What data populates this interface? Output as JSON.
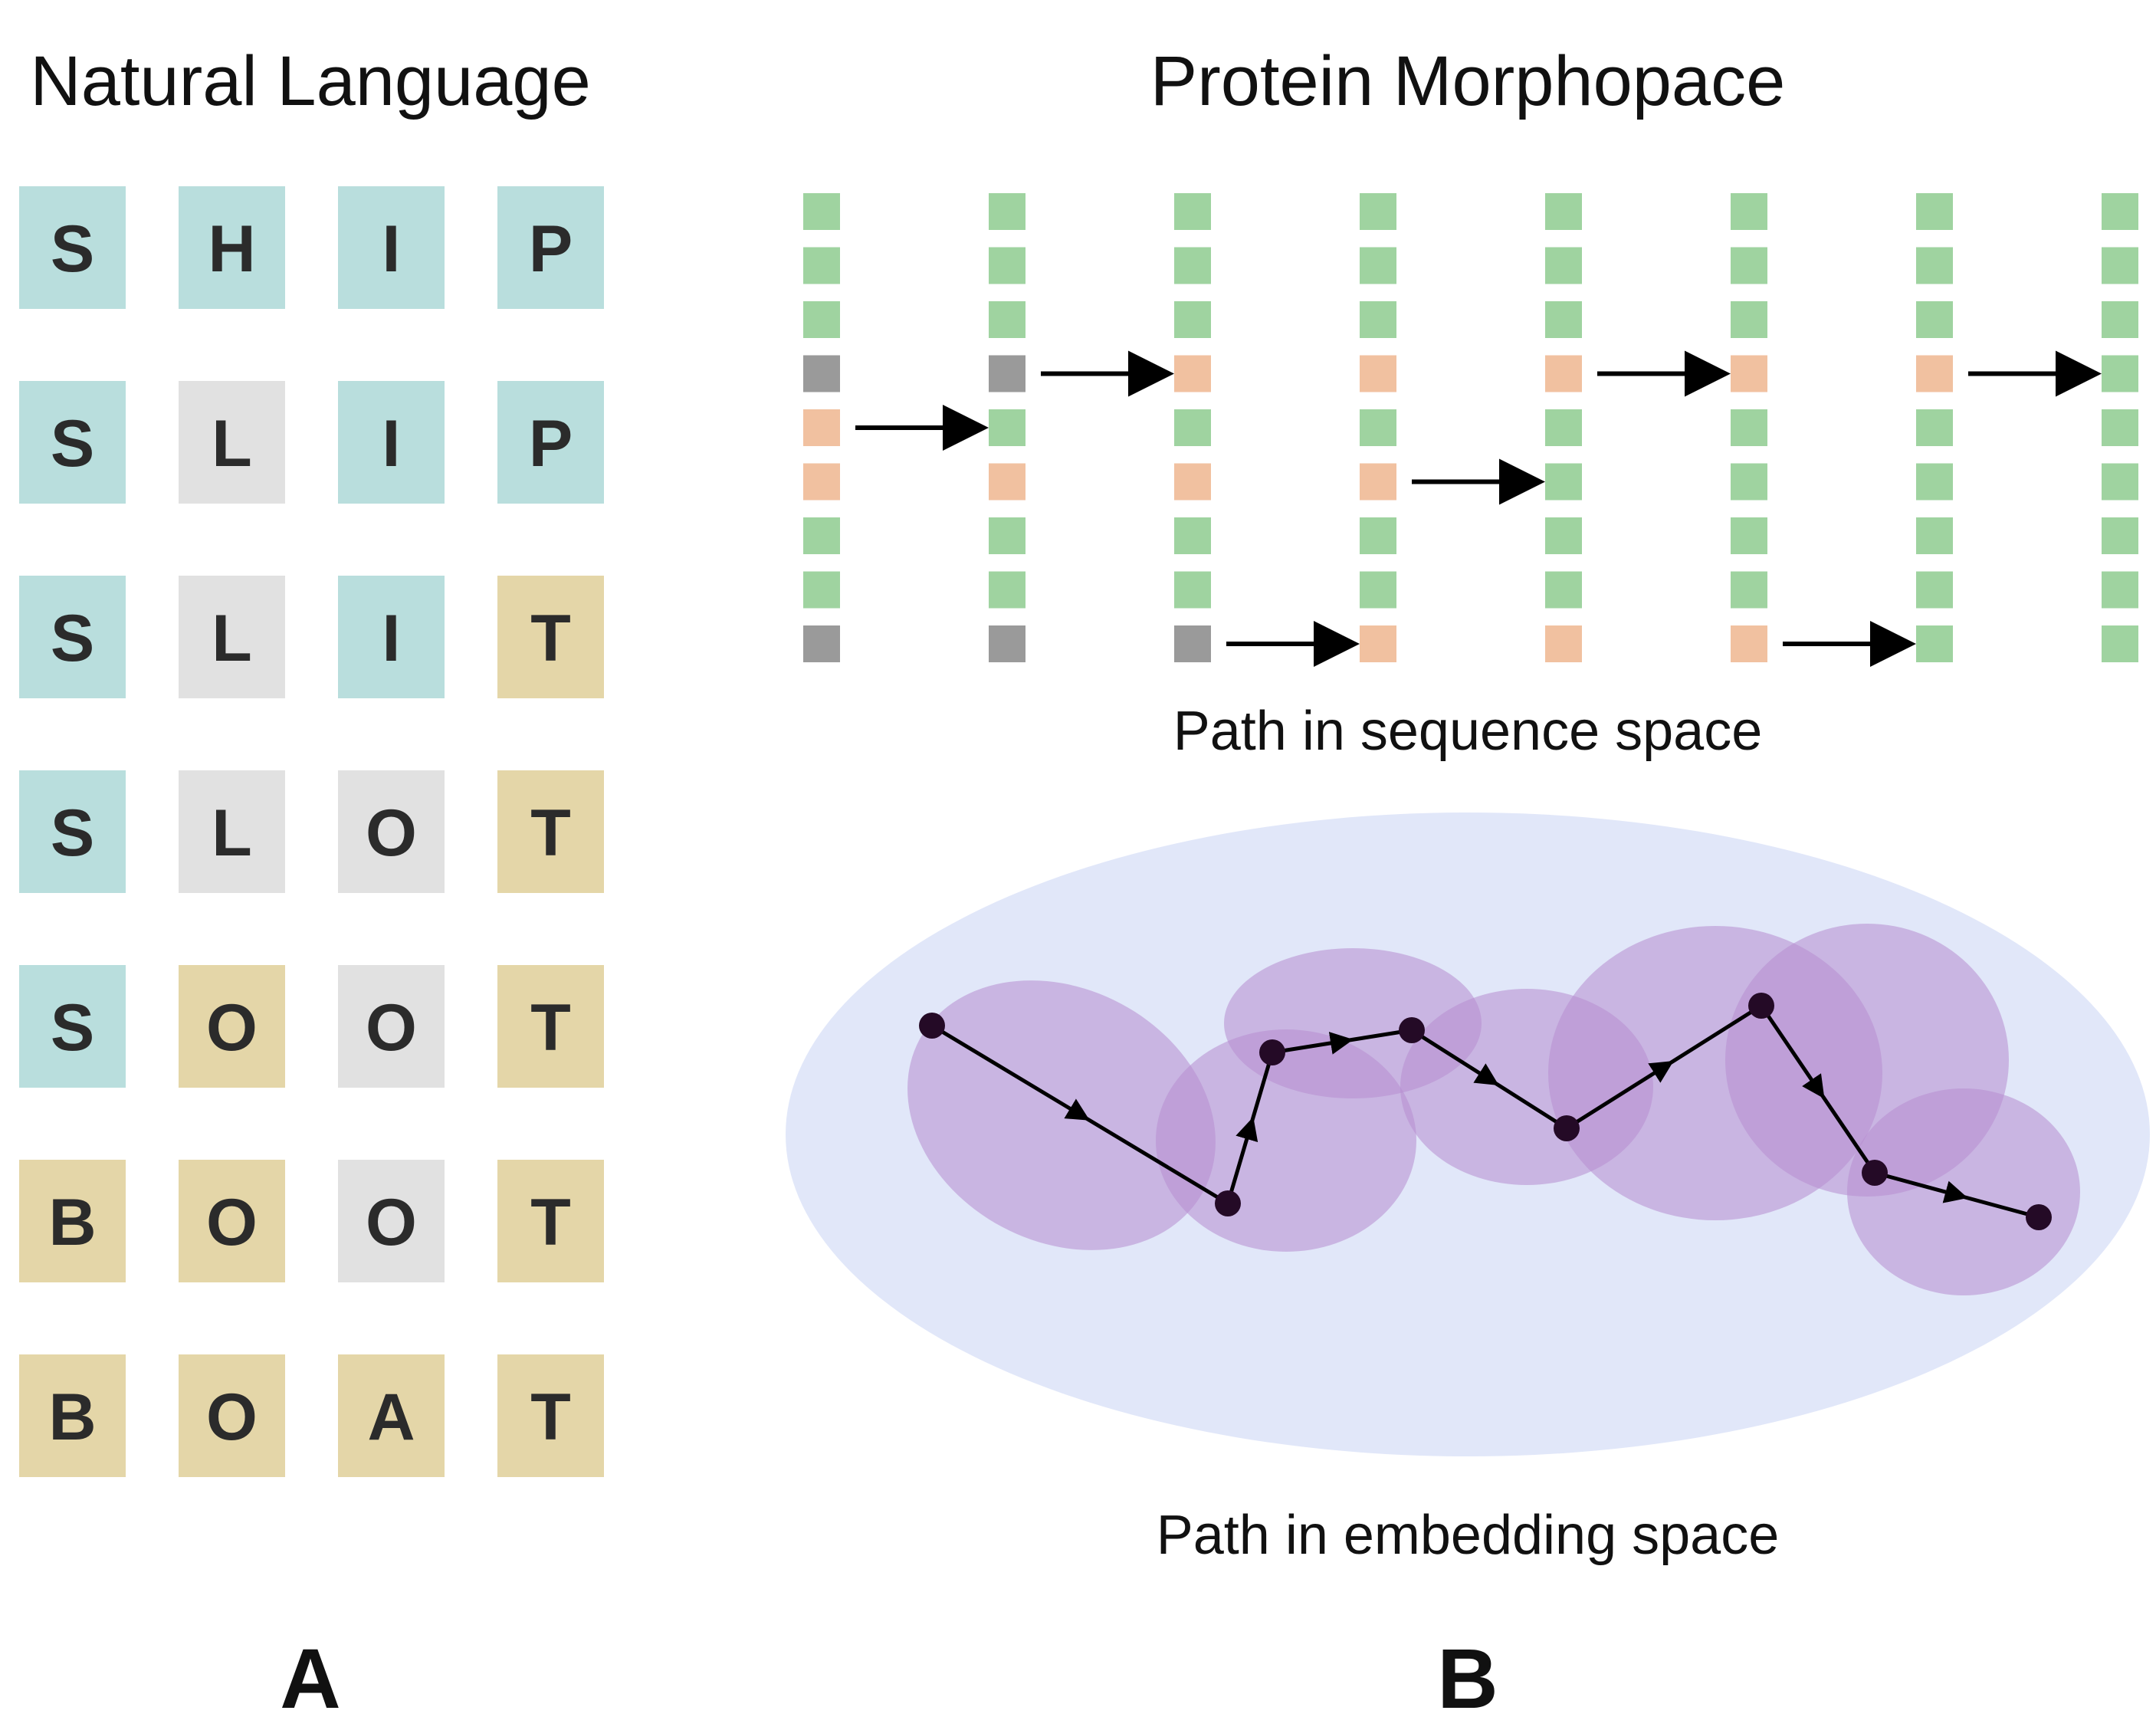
{
  "panel_a": {
    "title": "Natural Language",
    "label": "A",
    "words": [
      [
        "S",
        "H",
        "I",
        "P"
      ],
      [
        "S",
        "L",
        "I",
        "P"
      ],
      [
        "S",
        "L",
        "I",
        "T"
      ],
      [
        "S",
        "L",
        "O",
        "T"
      ],
      [
        "S",
        "O",
        "O",
        "T"
      ],
      [
        "B",
        "O",
        "O",
        "T"
      ],
      [
        "B",
        "O",
        "A",
        "T"
      ]
    ],
    "cell_colors": [
      [
        "teal",
        "teal",
        "teal",
        "teal"
      ],
      [
        "teal",
        "gray",
        "teal",
        "teal"
      ],
      [
        "teal",
        "gray",
        "teal",
        "tan"
      ],
      [
        "teal",
        "gray",
        "gray",
        "tan"
      ],
      [
        "teal",
        "tan",
        "gray",
        "tan"
      ],
      [
        "tan",
        "tan",
        "gray",
        "tan"
      ],
      [
        "tan",
        "tan",
        "tan",
        "tan"
      ]
    ]
  },
  "panel_b": {
    "title": "Protein Morphopace",
    "label": "B",
    "sequence_caption": "Path in sequence space",
    "embedding_caption": "Path in embedding space",
    "sequences": [
      [
        "green",
        "green",
        "green",
        "gray",
        "orange",
        "orange",
        "green",
        "green",
        "gray"
      ],
      [
        "green",
        "green",
        "green",
        "gray",
        "green",
        "orange",
        "green",
        "green",
        "gray"
      ],
      [
        "green",
        "green",
        "green",
        "orange",
        "green",
        "orange",
        "green",
        "green",
        "gray"
      ],
      [
        "green",
        "green",
        "green",
        "orange",
        "green",
        "orange",
        "green",
        "green",
        "orange"
      ],
      [
        "green",
        "green",
        "green",
        "orange",
        "green",
        "green",
        "green",
        "green",
        "orange"
      ],
      [
        "green",
        "green",
        "green",
        "orange",
        "green",
        "green",
        "green",
        "green",
        "orange"
      ],
      [
        "green",
        "green",
        "green",
        "orange",
        "green",
        "green",
        "green",
        "green",
        "green"
      ],
      [
        "green",
        "green",
        "green",
        "green",
        "green",
        "green",
        "green",
        "green",
        "green"
      ]
    ],
    "mutation_arrows": [
      {
        "from_column": 0,
        "position": 4
      },
      {
        "from_column": 1,
        "position": 3
      },
      {
        "from_column": 2,
        "position": 8
      },
      {
        "from_column": 3,
        "position": 5
      },
      {
        "from_column": 4,
        "position": 3
      },
      {
        "from_column": 5,
        "position": 8
      },
      {
        "from_column": 6,
        "position": 3
      }
    ]
  },
  "colors": {
    "teal": "#b9dedd",
    "gray": "#e1e1e1",
    "tan": "#e4d6a8",
    "green": "#9fd3a0",
    "orange": "#f1c1a0",
    "dark_gray": "#9a9a9a",
    "embedding_bg": "#e1e7f9",
    "cluster": "#b78ccf",
    "node": "#240a26"
  }
}
